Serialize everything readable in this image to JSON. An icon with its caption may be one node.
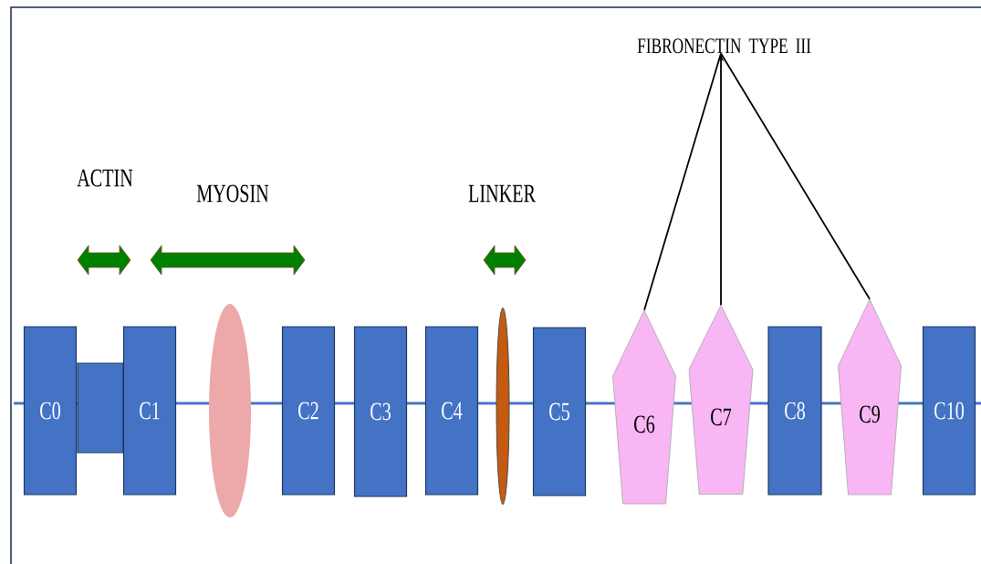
{
  "diagram": {
    "nodes": [
      {
        "text": [
          "FIBRONECTIN TYPE III"
        ]
      },
      {
        "text": [
          "C0"
        ]
      },
      {
        "text": [],
        "shape": "box"
      },
      {
        "text": [
          "C1"
        ]
      },
      {
        "text": [],
        "shape": "ellipse"
      },
      {
        "text": [
          "C2"
        ]
      },
      {
        "text": [
          "C3"
        ]
      },
      {
        "text": [
          "C4"
        ]
      },
      {
        "text": [],
        "shape": "ellipse"
      },
      {
        "text": [
          "C5"
        ]
      },
      {
        "text": [
          "C6"
        ]
      },
      {
        "text": [
          "C7"
        ]
      },
      {
        "text": [
          "C8"
        ]
      },
      {
        "text": [
          "C9"
        ]
      },
      {
        "text": [
          "C10"
        ]
      }
    ],
    "edges": [
      {
        "from": 0,
        "to": 10,
        "arrow": "none"
      },
      {
        "from": 11,
        "to": 0,
        "arrow": "to"
      },
      {
        "from": 0,
        "to": 13,
        "arrow": "none"
      }
    ],
    "labels": [
      "ACTIN",
      "MYOSIN",
      "LINKER"
    ]
  }
}
